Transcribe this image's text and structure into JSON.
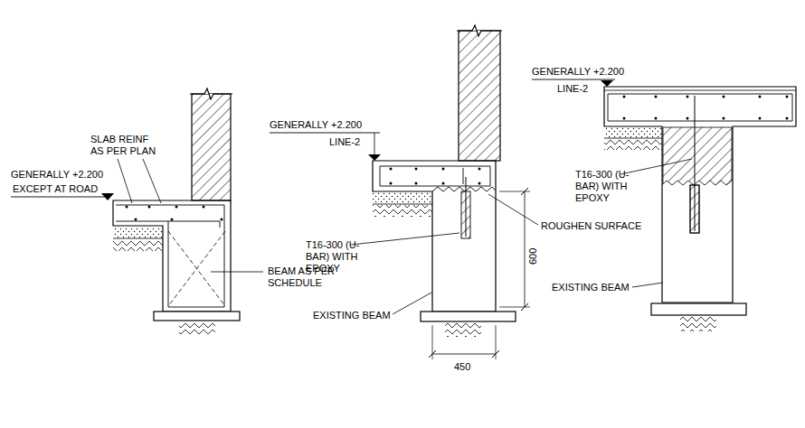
{
  "diagram": {
    "labels": [
      "GENERALLY +2.200",
      "EXCEPT AT ROAD",
      "SLAB REINF AS PER PLAN",
      "BEAM AS PER SCHEDULE",
      "GENERALLY +2.200",
      "LINE-2",
      "T16-300 (U-BAR) WITH EPOXY",
      "ROUGHEN SURFACE",
      "600",
      "EXISTING BEAM",
      "450",
      "GENERALLY +2.200",
      "LINE-2",
      "T16-300 (U-BAR) WITH EPOXY",
      "EXISTING BEAM"
    ]
  }
}
